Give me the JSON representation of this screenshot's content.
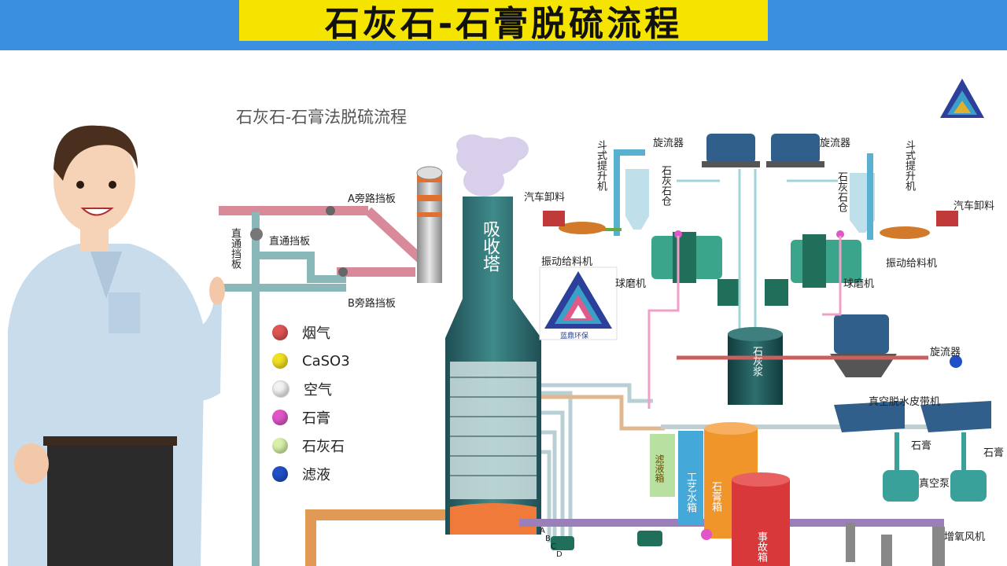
{
  "banner_title": "石灰石-石膏脱硫流程",
  "diagram_title": "石灰石-石膏法脱硫流程",
  "labels": {
    "a_bypass": "A旁路挡板",
    "b_bypass": "B旁路挡板",
    "direct_baffle": "直通挡板",
    "direct_vertical": "直通挡板",
    "absorber": "吸收塔",
    "cyclone_left": "旋流器",
    "cyclone_right": "旋流器",
    "cyclone_lower": "旋流器",
    "bucket_elevator_left": "斗式提升机",
    "bucket_elevator_right": "斗式提升机",
    "truck_unload_left": "汽车卸料",
    "truck_unload_right": "汽车卸料",
    "limestone_silo_left": "石灰石仓",
    "limestone_silo_right": "石灰石仓",
    "vib_feeder_left": "振动给料机",
    "vib_feeder_right": "振动给料机",
    "ball_mill_left": "球磨机",
    "ball_mill_right": "球磨机",
    "limestone_slurry": "石灰浆",
    "vacuum_belt": "真空脱水皮带机",
    "gypsum_1": "石膏",
    "gypsum_2": "石膏",
    "vacuum_pump": "真空泵",
    "process_water_tank": "工艺水箱",
    "gypsum_tank": "石膏箱",
    "accident_tank": "事故箱",
    "filtrate_tank": "滤液箱",
    "oxidation_fan": "增氧风机",
    "badge_text": "蓝鼎环保",
    "valves": [
      "A",
      "B",
      "C",
      "D"
    ]
  },
  "legend": [
    {
      "label": "烟气",
      "color": "#e05555"
    },
    {
      "label": "CaSO3",
      "color": "#f2e024"
    },
    {
      "label": "空气",
      "color": "#f2f2f2"
    },
    {
      "label": "石膏",
      "color": "#e055c8"
    },
    {
      "label": "石灰石",
      "color": "#d8f0a8"
    },
    {
      "label": "滤液",
      "color": "#2050c8"
    }
  ],
  "colors": {
    "banner": "#3b8fe0",
    "title_highlight": "#f5e400",
    "absorber": "#2e6b6b",
    "flue_pipe": "#d98a9a",
    "water_pipe": "#8ab8b8",
    "orange_tank": "#f0952a",
    "red_tank": "#d9383a"
  }
}
